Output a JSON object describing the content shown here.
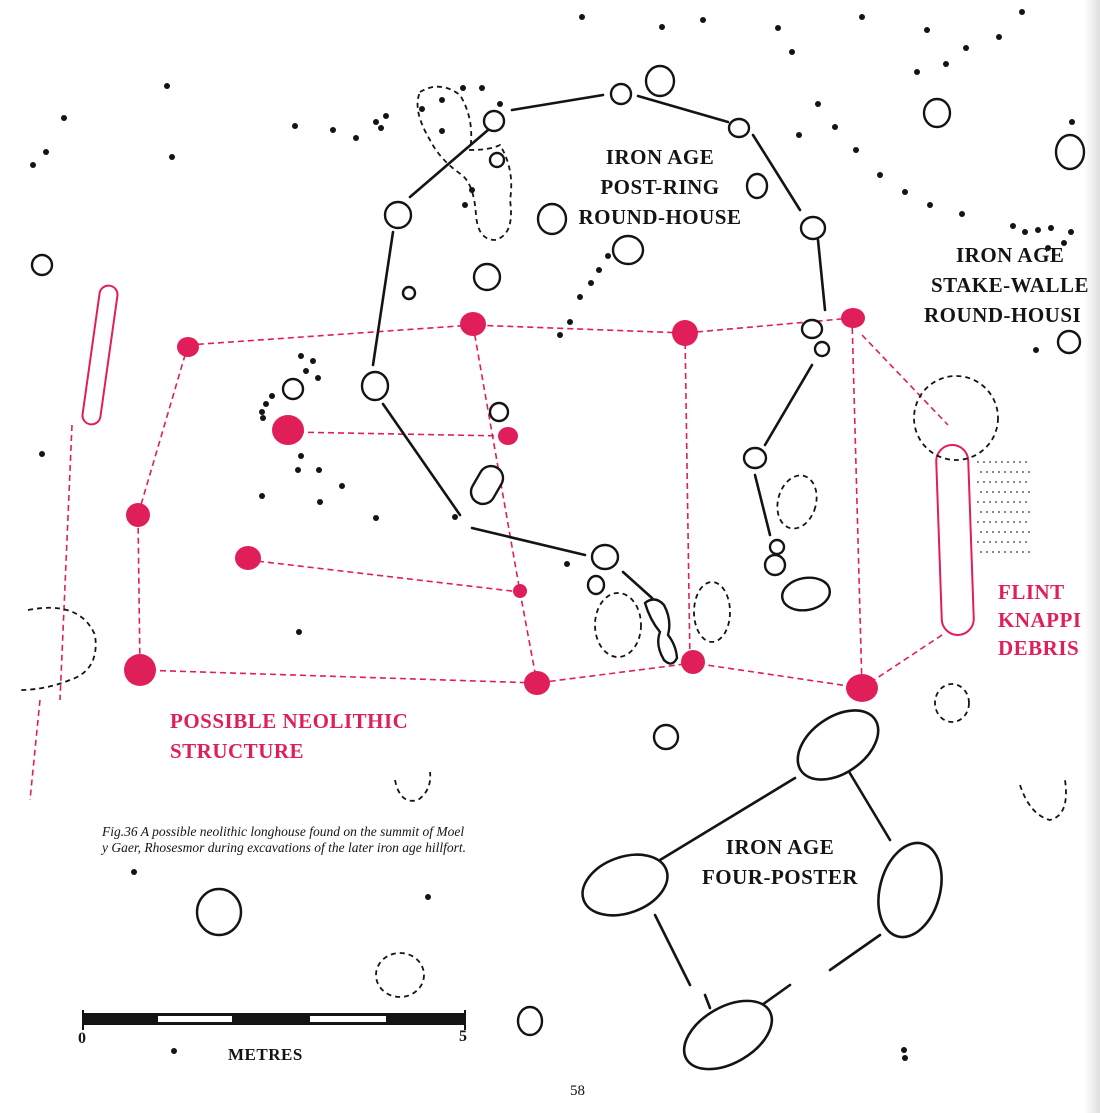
{
  "labels": {
    "post_ring": [
      "IRON AGE",
      "POST-RING",
      "ROUND-HOUSE"
    ],
    "stake_walled": [
      "IRON AGE",
      "STAKE-WALLE",
      "ROUND-HOUSI"
    ],
    "flint": [
      "FLINT",
      "KNAPPI",
      "DEBRIS"
    ],
    "neolithic": [
      "POSSIBLE NEOLITHIC",
      "STRUCTURE"
    ],
    "four_poster": [
      "IRON AGE",
      "FOUR-POSTER"
    ]
  },
  "caption": {
    "line1": "Fig.36 A possible neolithic longhouse found on the summit of Moel",
    "line2": "y Gaer, Rhosesmor during excavations of the later iron age hillfort."
  },
  "scale": {
    "start": "0",
    "end": "5",
    "unit": "METRES"
  },
  "page_number": "58",
  "colors": {
    "ink": "#141414",
    "accent": "#e01e5a"
  }
}
